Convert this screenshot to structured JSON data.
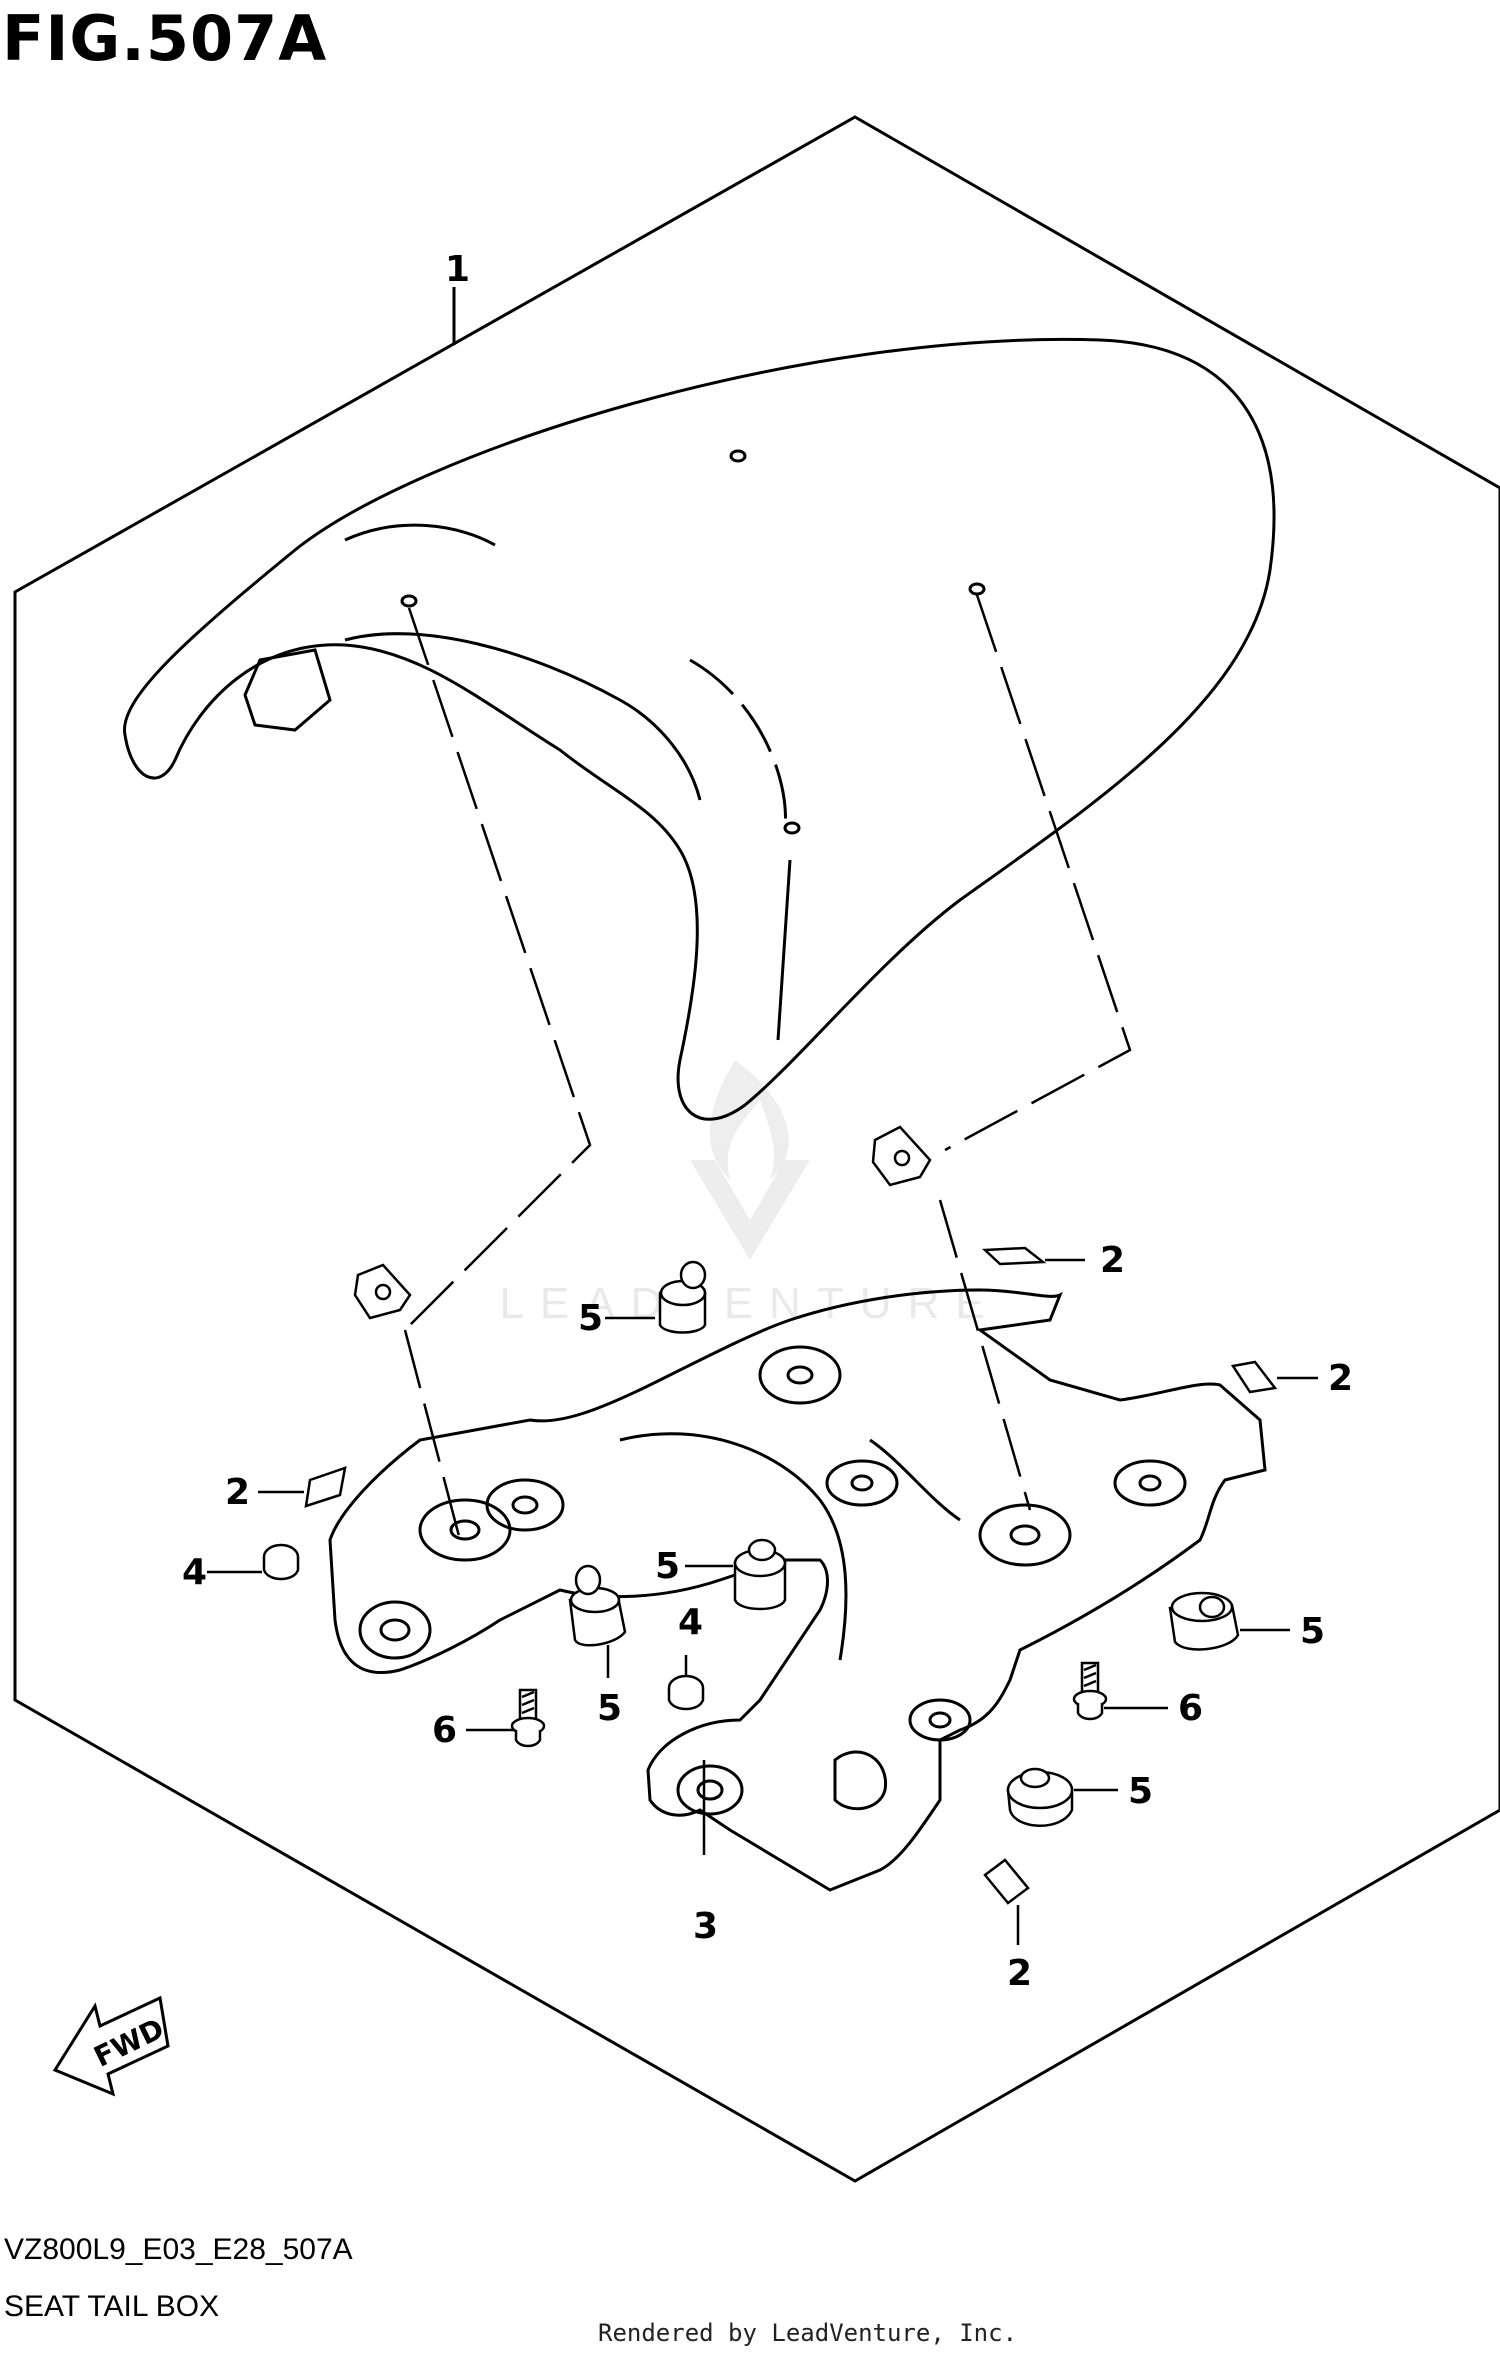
{
  "figure": {
    "title": "FIG.507A",
    "model_code": "VZ800L9_E03_E28_507A",
    "section_name": "SEAT TAIL BOX",
    "credit": "Rendered by LeadVenture, Inc.",
    "direction_label": "FWD",
    "watermark_text": "LEADVENTURE"
  },
  "callouts": {
    "c1": "1",
    "c2a": "2",
    "c2b": "2",
    "c2c": "2",
    "c2d": "2",
    "c3": "3",
    "c4a": "4",
    "c4b": "4",
    "c5a": "5",
    "c5b": "5",
    "c5c": "5",
    "c5d": "5",
    "c5e": "5",
    "c6a": "6",
    "c6b": "6"
  },
  "colors": {
    "line": "#000000",
    "background": "#ffffff",
    "watermark": "#d9d9d9"
  }
}
